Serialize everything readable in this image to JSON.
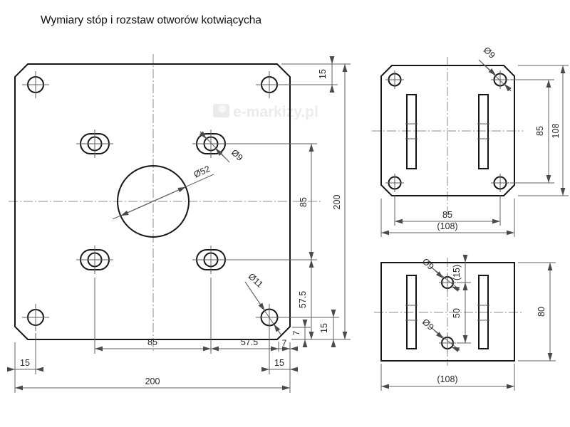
{
  "title": "Wymiary stóp i rozstaw otworów kotwiącycha",
  "watermark": {
    "logo_icon": "e-markizy-logo",
    "text": "e-markizy.pl"
  },
  "colors": {
    "background": "#ffffff",
    "outline": "#161616",
    "dimension_lines": "#5f5f5f",
    "centerlines": "#8b8b8b",
    "text": "#262626",
    "watermark": "#ebebeb"
  },
  "front_view": {
    "label_slot_hole": "Ø9",
    "label_center_hole": "Ø52",
    "label_corner_hole": "Ø11",
    "dim_top_edge_to_hole": "15",
    "dim_slot_rows_spacing": "85",
    "dim_slot_row_to_bottom": "57.5",
    "dim_chamfer_height": "7",
    "dim_hole_to_bottom_edge": "15",
    "dim_overall_height": "200",
    "dim_slot_cols_spacing": "85",
    "dim_slot_col_to_edge": "57.5",
    "dim_chamfer_width": "7",
    "dim_edge_to_hole_left": "15",
    "dim_hole_to_edge_right": "15",
    "dim_overall_width": "200"
  },
  "top_view": {
    "label_hole": "Ø9",
    "dim_hole_rows_spacing": "85",
    "dim_overall_height": "108",
    "dim_hole_cols_spacing": "85",
    "dim_overall_width": "(108)"
  },
  "side_view": {
    "label_hole_top": "Ø9",
    "label_hole_bottom": "Ø9",
    "dim_edge_to_hole": "(15)",
    "dim_hole_spacing": "50",
    "dim_overall_height": "80",
    "dim_overall_width": "(108)"
  }
}
